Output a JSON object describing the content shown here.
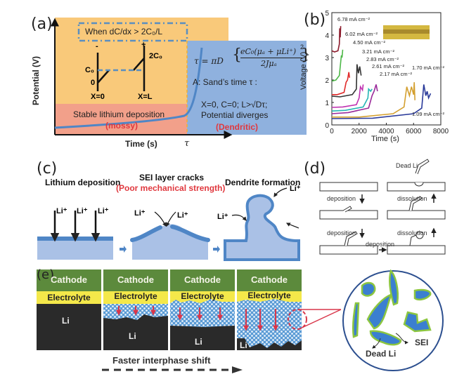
{
  "panels": {
    "a": {
      "label": "(a)",
      "condition": "When dC/dx > 2C₀/L",
      "ylabel": "Potential (V)",
      "xlabel": "Time (s)",
      "tau_tick": "τ",
      "minus": "-",
      "plus": "+",
      "c0": "C₀",
      "zero": "0",
      "two_c0": "2C₀",
      "x0": "X=0",
      "xl": "X=L",
      "stable": "Stable lithium deposition",
      "mossy": "(mossy)",
      "formula_lhs": "τ = πD",
      "formula_num": "eC₀(μₐ + μLi⁺)",
      "formula_den": "2Jμₐ",
      "formula_exp": "2",
      "sand": "A: Sand’s time τ :",
      "cond2": "X=0, C=0; L>√Dτ;",
      "diverge": "Potential diverges",
      "dendritic": "(Dendritic)",
      "colors": {
        "orange": "#f9c97a",
        "blue": "#8fb1de",
        "pink": "#f2a08a",
        "curve": "#4f86c6",
        "red": "#e0383e"
      }
    },
    "b": {
      "label": "(b)",
      "chart_data": {
        "type": "line",
        "title": "",
        "xlabel": "Time  (s)",
        "ylabel": "Voltage  (V)",
        "xlim": [
          0,
          8000
        ],
        "ylim": [
          0,
          5
        ],
        "xticks": [
          "0",
          "2000",
          "4000",
          "6000",
          "8000"
        ],
        "yticks": [
          "0",
          "1",
          "2",
          "3",
          "4",
          "5"
        ],
        "series": [
          {
            "name": "6.78 mA cm⁻²",
            "color": "#8b1a2b",
            "points": [
              [
                0,
                3.3
              ],
              [
                200,
                3.25
              ],
              [
                450,
                3.3
              ],
              [
                550,
                3.6
              ],
              [
                580,
                4.3
              ],
              [
                620,
                3.9
              ],
              [
                650,
                4.4
              ]
            ]
          },
          {
            "name": "6.02 mA cm⁻²",
            "color": "#4db848",
            "points": [
              [
                0,
                1.95
              ],
              [
                300,
                2.0
              ],
              [
                550,
                2.2
              ],
              [
                650,
                2.8
              ],
              [
                700,
                3.1
              ],
              [
                750,
                3.0
              ],
              [
                800,
                3.35
              ]
            ]
          },
          {
            "name": "4.50 mA cm⁻²",
            "color": "#e02a2a",
            "points": [
              [
                0,
                1.35
              ],
              [
                400,
                1.35
              ],
              [
                900,
                1.45
              ],
              [
                1050,
                1.9
              ],
              [
                1150,
                2.0
              ],
              [
                1250,
                2.35
              ],
              [
                1300,
                2.1
              ]
            ]
          },
          {
            "name": "3.21 mA cm⁻²",
            "color": "#333333",
            "points": [
              [
                0,
                1.28
              ],
              [
                600,
                1.25
              ],
              [
                1500,
                1.35
              ],
              [
                1800,
                1.6
              ],
              [
                1850,
                2.7
              ],
              [
                1950,
                2.3
              ],
              [
                2050,
                2.6
              ],
              [
                2150,
                2.2
              ]
            ]
          },
          {
            "name": "2.83 mA cm⁻²",
            "color": "#c030b0",
            "points": [
              [
                0,
                0.78
              ],
              [
                800,
                0.8
              ],
              [
                1800,
                0.9
              ],
              [
                2000,
                1.2
              ],
              [
                2100,
                1.7
              ],
              [
                2250,
                1.55
              ],
              [
                2300,
                1.8
              ]
            ]
          },
          {
            "name": "2.61 mA cm⁻²",
            "color": "#25b5b5",
            "points": [
              [
                0,
                0.62
              ],
              [
                1000,
                0.65
              ],
              [
                2300,
                0.8
              ],
              [
                2650,
                1.2
              ],
              [
                2700,
                1.6
              ],
              [
                2850,
                1.5
              ],
              [
                2950,
                1.6
              ]
            ]
          },
          {
            "name": "2.17 mA cm⁻²",
            "color": "#9a2a9a",
            "points": [
              [
                0,
                0.5
              ],
              [
                1200,
                0.55
              ],
              [
                2700,
                0.75
              ],
              [
                2950,
                1.3
              ],
              [
                3100,
                1.5
              ],
              [
                3250,
                1.8
              ],
              [
                3350,
                1.5
              ]
            ]
          },
          {
            "name": "1.70 mA cm⁻²",
            "color": "#d4a030",
            "points": [
              [
                0,
                0.35
              ],
              [
                2000,
                0.35
              ],
              [
                4500,
                0.5
              ],
              [
                5300,
                0.8
              ],
              [
                5500,
                1.7
              ],
              [
                5700,
                1.3
              ],
              [
                5850,
                1.7
              ],
              [
                6000,
                1.35
              ],
              [
                6050,
                1.9
              ],
              [
                6100,
                1.1
              ]
            ]
          },
          {
            "name": "1.09 mA cm⁻²",
            "color": "#2a3a9a",
            "points": [
              [
                0,
                0.28
              ],
              [
                3000,
                0.3
              ],
              [
                6000,
                0.5
              ],
              [
                6600,
                0.75
              ],
              [
                6750,
                1.8
              ],
              [
                6900,
                1.3
              ],
              [
                7000,
                1.5
              ],
              [
                7100,
                1.2
              ],
              [
                7250,
                1.4
              ]
            ]
          }
        ]
      }
    },
    "c": {
      "label": "(c)",
      "step1": "Lithium deposition",
      "step2": "SEI layer cracks",
      "step2_sub": "(Poor mechanical strength)",
      "step3": "Dendrite formation",
      "li": "Li⁺",
      "colors": {
        "substrate": "#aac1e6",
        "sei": "#4f86c6",
        "red": "#e0383e"
      }
    },
    "d": {
      "label": "(d)",
      "dead_li": "Dead Li",
      "deposition": "deposition",
      "dissolution": "dissolution"
    },
    "e": {
      "label": "(e)",
      "cathode": "Cathode",
      "electrolyte": "Electrolyte",
      "li": "Li",
      "shift": "Faster interphase shift",
      "dead_li": "Dead Li",
      "sei": "SEI",
      "colors": {
        "cathode": "#5c8a3c",
        "electrolyte": "#f4e84a",
        "li": "#2a2a2a",
        "porous": "#bcd6ef",
        "arrow": "#d9364a",
        "circle": "#2c4f8f",
        "dead": "#3b7fd0",
        "sei_rim": "#8cc63f"
      }
    }
  }
}
